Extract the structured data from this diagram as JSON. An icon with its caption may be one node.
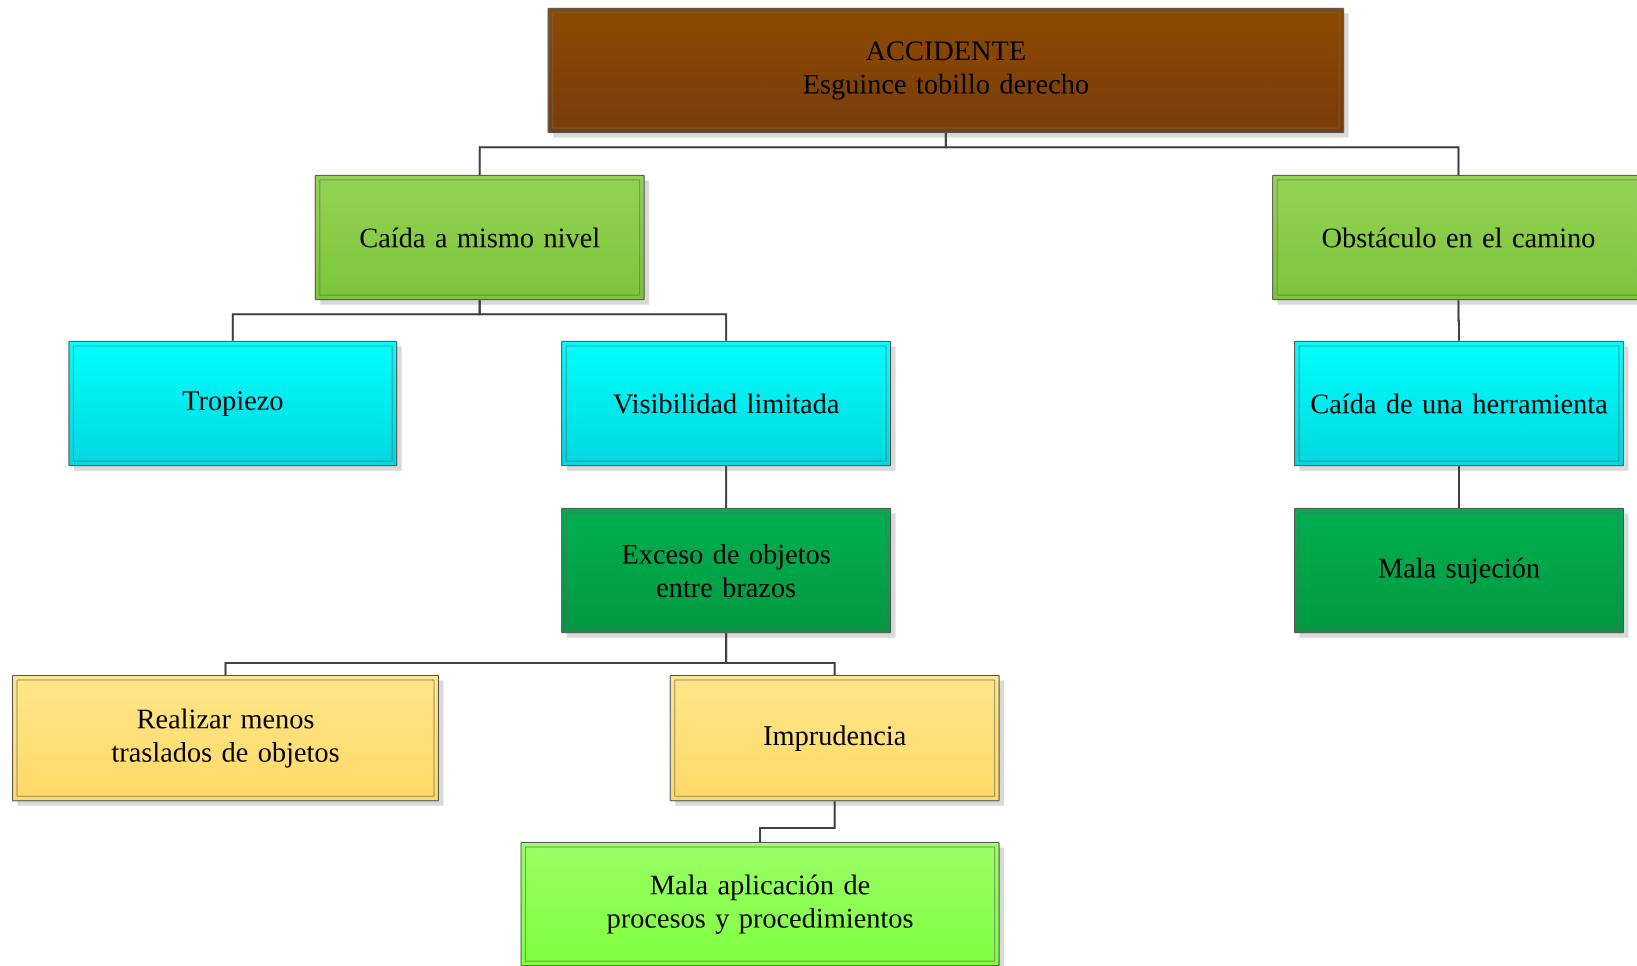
{
  "diagram": {
    "nodes": [
      {
        "text": [
          "ACCIDENTE",
          "Esguince tobillo derecho"
        ]
      },
      {
        "text": [
          "Caída a mismo nivel"
        ]
      },
      {
        "text": [
          "Obstáculo en el camino"
        ]
      },
      {
        "text": [
          "Tropiezo"
        ]
      },
      {
        "text": [
          "Visibilidad limitada"
        ]
      },
      {
        "text": [
          "Caída de una herramienta"
        ]
      },
      {
        "text": [
          "Exceso de objetos entre brazos"
        ]
      },
      {
        "text": [
          "Mala sujeción"
        ]
      },
      {
        "text": [
          "Realizar menos traslados de objetos"
        ]
      },
      {
        "text": [
          "Imprudencia"
        ]
      },
      {
        "text": [
          "Mala aplicación de procesos y procedimientos"
        ]
      }
    ],
    "edges": [
      {
        "from": 0,
        "to": 1,
        "arrow": "none"
      },
      {
        "from": 0,
        "to": 2,
        "arrow": "none"
      },
      {
        "from": 1,
        "to": 3,
        "arrow": "none"
      },
      {
        "from": 1,
        "to": 4,
        "arrow": "none"
      },
      {
        "from": 2,
        "to": 5,
        "arrow": "none"
      },
      {
        "from": 4,
        "to": 6,
        "arrow": "none"
      },
      {
        "from": 5,
        "to": 7,
        "arrow": "none"
      },
      {
        "from": 6,
        "to": 8,
        "arrow": "none"
      },
      {
        "from": 6,
        "to": 9,
        "arrow": "none"
      },
      {
        "from": 9,
        "to": 10,
        "arrow": "none"
      }
    ]
  }
}
